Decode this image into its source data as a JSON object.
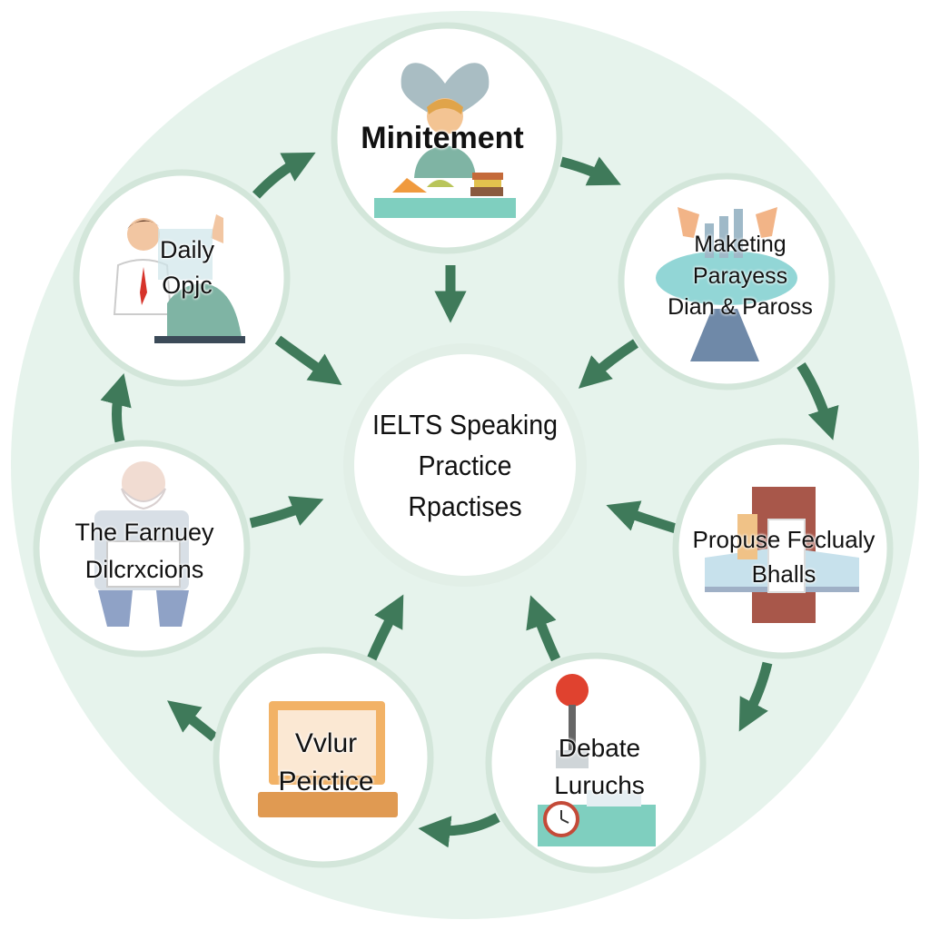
{
  "center": {
    "line1": "IELTS Speaking",
    "line2": "Practice",
    "line3": "Rpactises"
  },
  "nodes": {
    "top": {
      "line1": "Minitement"
    },
    "top_right": {
      "line1": "Maketing",
      "line2": "Parayess",
      "line3": "Dian & Paross"
    },
    "right": {
      "line1": "Propuse Feclualy",
      "line2": "Bhalls"
    },
    "bottom_right": {
      "line1": "Debate",
      "line2": "Luruchs"
    },
    "bottom_left": {
      "line1": "Vvlur",
      "line2": "Peicticе"
    },
    "left": {
      "line1": "The Farnuey",
      "line2": "Dilcrxcions"
    },
    "top_left": {
      "line1": "Daily",
      "line2": "Opjc"
    }
  },
  "colors": {
    "background_disc": "#e6f3ec",
    "node_fill": "#ffffff",
    "node_border": "#d3e6da",
    "arrow": "#3f7a5a",
    "text": "#111111"
  },
  "icons": {
    "top": "heart-person-icon",
    "top_right": "raised-hands-icon",
    "right": "book-icon",
    "bottom_right": "timer-desk-icon",
    "bottom_left": "laptop-icon",
    "left": "grandfather-icon",
    "top_left": "presenter-icon"
  }
}
